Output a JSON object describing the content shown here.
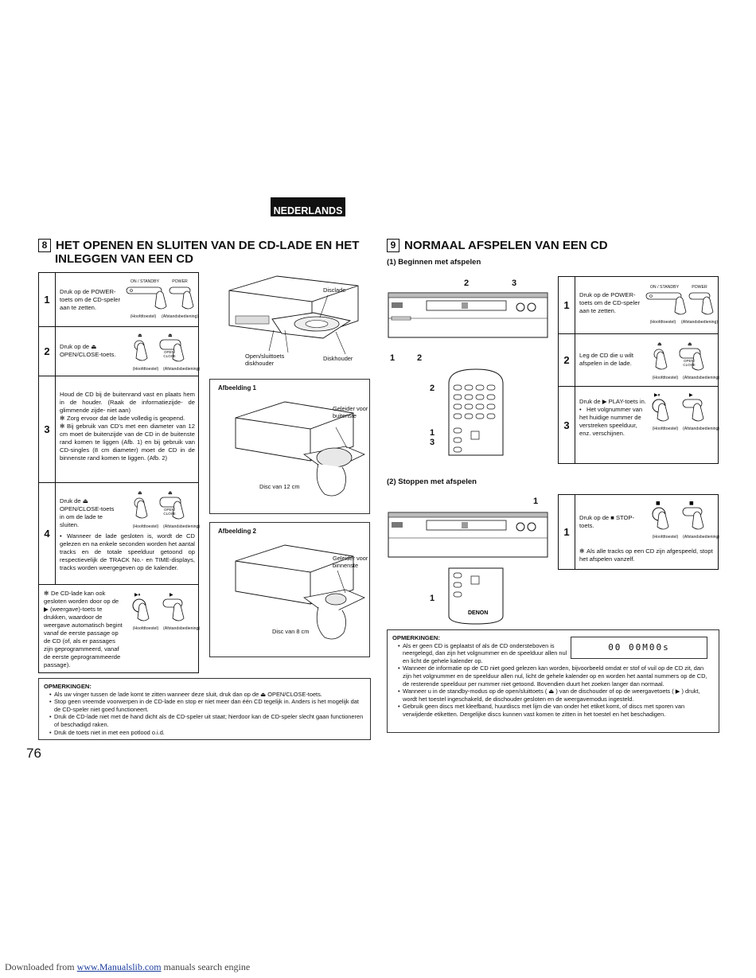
{
  "language_badge": "NEDERLANDS",
  "section8": {
    "number": "8",
    "title_line1": "HET OPENEN EN SLUITEN VAN DE CD-LADE EN HET",
    "title_line2": "INLEGGEN VAN EEN CD",
    "steps": [
      {
        "num": "1",
        "text": "Druk op de POWER-toets om de CD-speler aan te zetten."
      },
      {
        "num": "2",
        "text": "Druk op de ⏏ OPEN/CLOSE-toets."
      },
      {
        "num": "3",
        "text": "Houd de CD bij de buitenrand vast en plaats hem in de houder. (Raak de informatiezijde- de glimmende zijde- niet aan)",
        "bullets": [
          "Zorg ervoor dat de lade volledig is geopend.",
          "Bij gebruik van CD's met een diameter van 12 cm moet de buitenzijde van de CD in de buitenste rand komen te liggen (Afb. 1) en bij gebruik van CD-singles (8 cm diameter) moet de CD in de binnenste rand komen te liggen. (Afb. 2)"
        ]
      },
      {
        "num": "4",
        "text": "Druk de ⏏ OPEN/CLOSE-toets in om de lade te sluiten.",
        "bullet": "Wanneer de lade gesloten is, wordt de CD gelezen en na enkele seconden worden het aantal tracks en de totale speelduur getoond op respectievelijk de TRACK No.- en TIME-displays, tracks worden weergegeven op de kalender."
      }
    ],
    "step_note": "De CD-lade kan ook gesloten worden door op de ▶ (weergave)-toets te drukken, waardoor de weergave automatisch begint vanaf de eerste passage op de CD (of, als er passages zijn geprogrammeerd, vanaf de eerste geprogrammeerde passage).",
    "btn_labels": {
      "on_standby": "ON / STANDBY",
      "power": "POWER",
      "main_unit": "(Hoofdtoestel)",
      "remote": "(Afstandsbediening)",
      "open_close": "OPEN/ CLOSE"
    },
    "diagram_labels": {
      "disclade": "Disclade",
      "open_close_holder": "Open/sluittoets diskhouder",
      "diskhouder": "Diskhouder"
    },
    "figure1": {
      "title": "Afbeelding 1",
      "guide": "Geleider voor buitenste",
      "disc": "Disc van 12 cm"
    },
    "figure2": {
      "title": "Afbeelding 2",
      "guide": "Geleider voor binnenste",
      "disc": "Disc van 8 cm"
    },
    "notes_header": "OPMERKINGEN:",
    "notes": [
      "Als uw vinger tussen de lade komt te zitten wanneer deze sluit, druk dan op de ⏏ OPEN/CLOSE-toets.",
      "Stop geen vreemde voorwerpen in de CD-lade en stop er niet meer dan één CD tegelijk in. Anders is het mogelijk dat de CD-speler niet goed functioneert.",
      "Druk de CD-lade niet met de hand dicht als de CD-speler uit staat; hierdoor kan de CD-speler slecht gaan functioneren of beschadigd raken.",
      "Druk de toets niet in met een potlood o.i.d."
    ]
  },
  "section9": {
    "number": "9",
    "title": "NORMAAL AFSPELEN VAN EEN CD",
    "sub1": "(1)  Beginnen met afspelen",
    "sub2": "(2)  Stoppen met afspelen",
    "steps1": [
      {
        "num": "1",
        "text": "Druk op de POWER-toets om de CD-speler aan te zetten."
      },
      {
        "num": "2",
        "text": "Leg de CD die u wilt afspelen in de lade."
      },
      {
        "num": "3",
        "text": "Druk de ▶ PLAY-toets in.",
        "bullet": "Het volgnummer van het huidige nummer de verstreken speelduur, enz. verschijnen."
      }
    ],
    "steps2": [
      {
        "num": "1",
        "text": "Druk op de ■ STOP-toets.",
        "note": "Als alle tracks op een CD zijn afgespeeld, stopt het afspelen vanzelf."
      }
    ],
    "callouts_top": [
      "2",
      "3"
    ],
    "callouts_bottom": [
      "1",
      "2"
    ],
    "callouts_remote": [
      "2",
      "1",
      "3"
    ],
    "callout_stop": "1",
    "callout_remote_stop": "1",
    "remote_brand": "DENON",
    "display": "00  00M00s",
    "notes_header": "OPMERKINGEN:",
    "notes": [
      "Als er geen CD is geplaatst of als de CD ondersteboven is neergelegd, dan zijn het volgnummer en de speelduur allen nul en licht de gehele kalender op.",
      "Wanneer de informatie op de CD niet goed gelezen kan worden, bijvoorbeeld omdat er stof of vuil op de CD zit, dan zijn het volgnummer en de speelduur allen nul, licht de gehele kalender op en worden het aantal nummers op de CD, de resterende speelduur per nummer niet getoond. Bovendien duurt het zoeken langer dan normaal.",
      "Wanneer u in de standby-modus op de open/sluittoets ( ⏏ ) van de dischouder of op de weergavetoets ( ▶ ) drukt, wordt het toestel ingeschakeld, de dischouder gesloten en de weergavemodus ingesteld.",
      "Gebruik geen discs met kleefband, huurdiscs met lijm die van onder het etiket komt, of discs met sporen van verwijderde etiketten. Dergelijke discs kunnen vast komen te zitten in het toestel en het beschadigen."
    ]
  },
  "page_number": "76",
  "footer": {
    "prefix": "Downloaded from ",
    "link": "www.Manualslib.com",
    "suffix": " manuals search engine"
  }
}
